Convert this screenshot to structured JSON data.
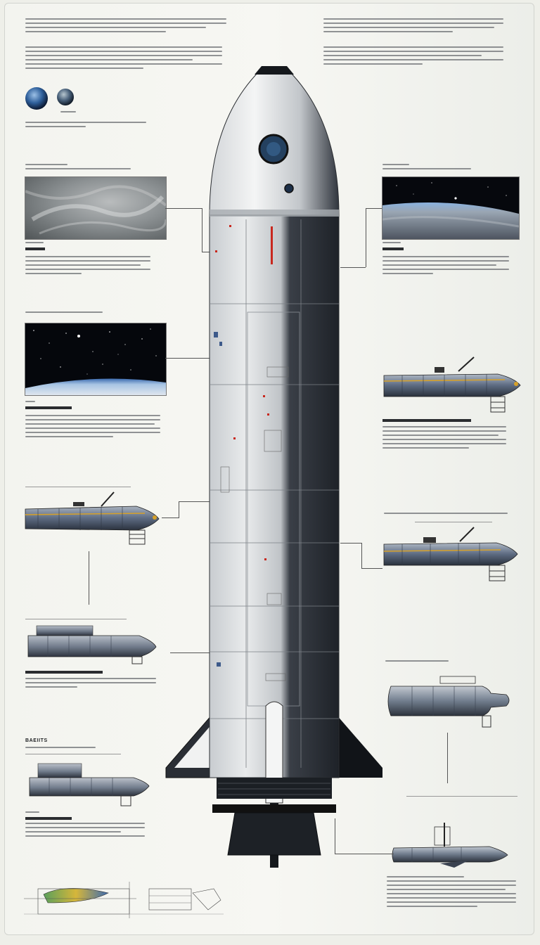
{
  "footer": {
    "text": ""
  },
  "left_panels": [
    {
      "id": "overview",
      "heading": "",
      "sub": ""
    },
    {
      "id": "earth-photo",
      "heading": "",
      "sub": ""
    },
    {
      "id": "starfield-photo",
      "heading": "",
      "sub": ""
    },
    {
      "id": "module-1",
      "heading": ""
    },
    {
      "id": "module-2",
      "heading": ""
    },
    {
      "id": "module-3",
      "heading": "BAEIITS"
    }
  ],
  "right_panels": [
    {
      "id": "overview-right",
      "heading": ""
    },
    {
      "id": "horizon-photo",
      "heading": ""
    },
    {
      "id": "module-a",
      "heading": ""
    },
    {
      "id": "module-b",
      "heading": ""
    },
    {
      "id": "module-c",
      "heading": ""
    },
    {
      "id": "module-d",
      "heading": ""
    }
  ],
  "colors": {
    "hull": "#d8dbdd",
    "hull_shadow": "#2c3037",
    "accent_red": "#c8281e",
    "accent_gold": "#d6a12a",
    "module_blue": "#5d6b82"
  }
}
